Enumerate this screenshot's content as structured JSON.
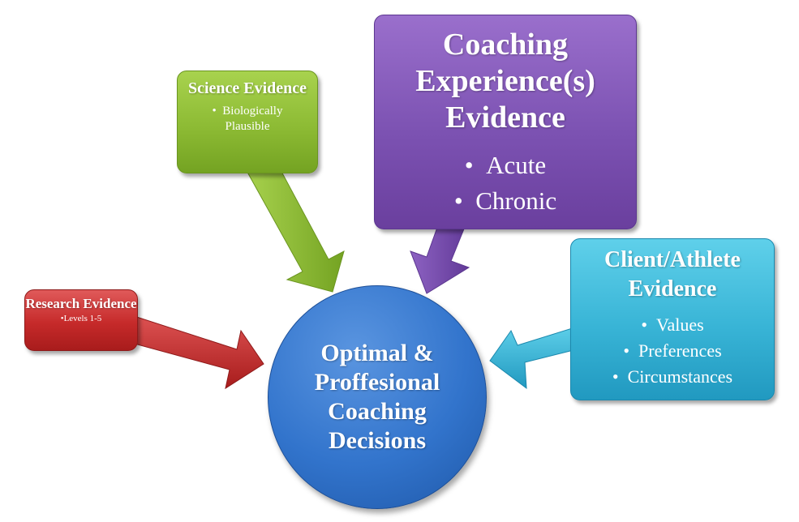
{
  "center": {
    "label": "Optimal & Proffesional Coaching Decisions"
  },
  "research": {
    "title": "Research Evidence",
    "items": [
      "Levels 1-5"
    ]
  },
  "science": {
    "title": "Science Evidence",
    "items": [
      "Biologically Plausible"
    ]
  },
  "coaching": {
    "title": "Coaching Experience(s) Evidence",
    "items": [
      "Acute",
      "Chronic"
    ]
  },
  "client": {
    "title": "Client/Athlete Evidence",
    "items": [
      "Values",
      "Preferences",
      "Circumstances"
    ]
  },
  "colors": {
    "research": "#c62a2a",
    "science": "#8dbb34",
    "coaching": "#7c52b2",
    "client": "#38b4d6",
    "center": "#3274cc"
  }
}
